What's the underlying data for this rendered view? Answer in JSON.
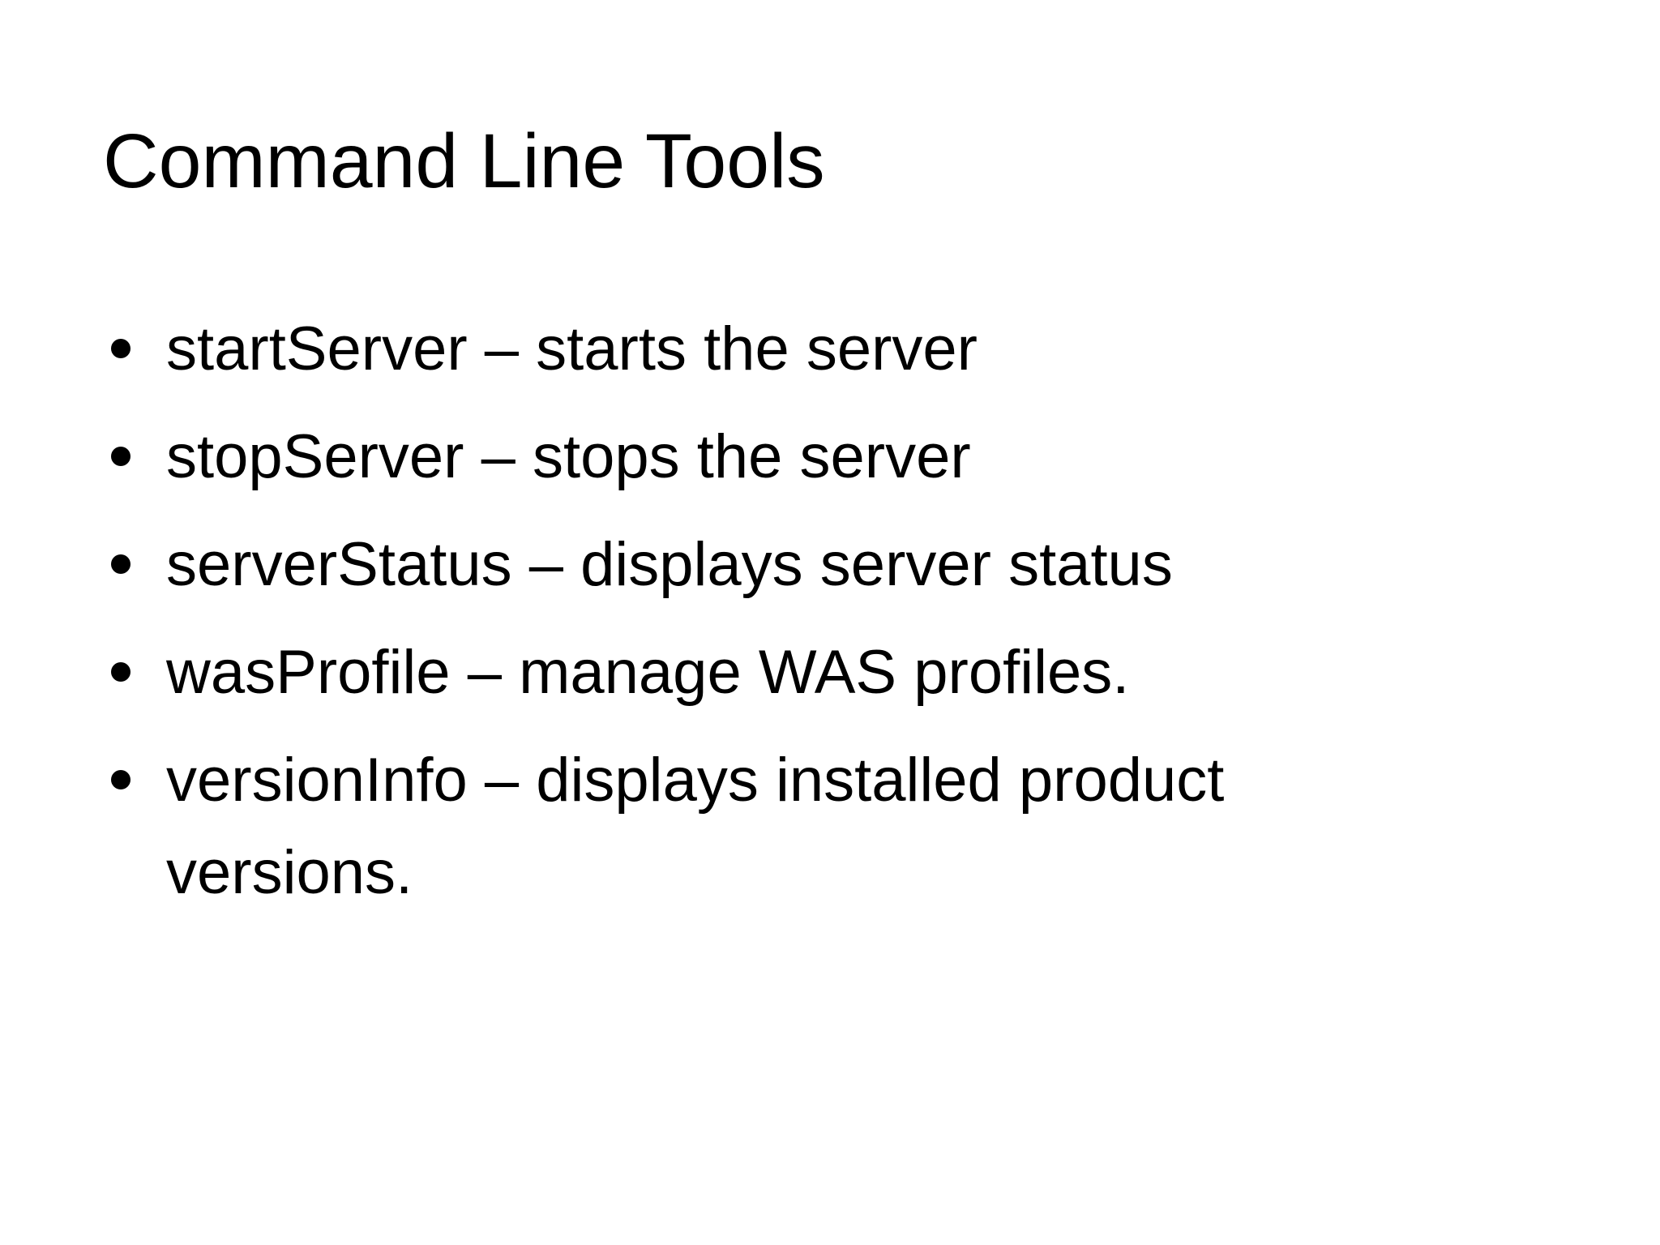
{
  "slide": {
    "title": "Command Line Tools",
    "bullets": [
      {
        "lines": [
          "startServer – starts the server"
        ]
      },
      {
        "lines": [
          "stopServer – stops the server"
        ]
      },
      {
        "lines": [
          "serverStatus – displays server status"
        ]
      },
      {
        "lines": [
          "wasProfile – manage WAS profiles."
        ]
      },
      {
        "lines": [
          "versionInfo – displays installed product",
          "versions."
        ]
      }
    ],
    "icons": {
      "bullet": "•"
    },
    "colors": {
      "background": "#ffffff",
      "text": "#000000"
    }
  }
}
